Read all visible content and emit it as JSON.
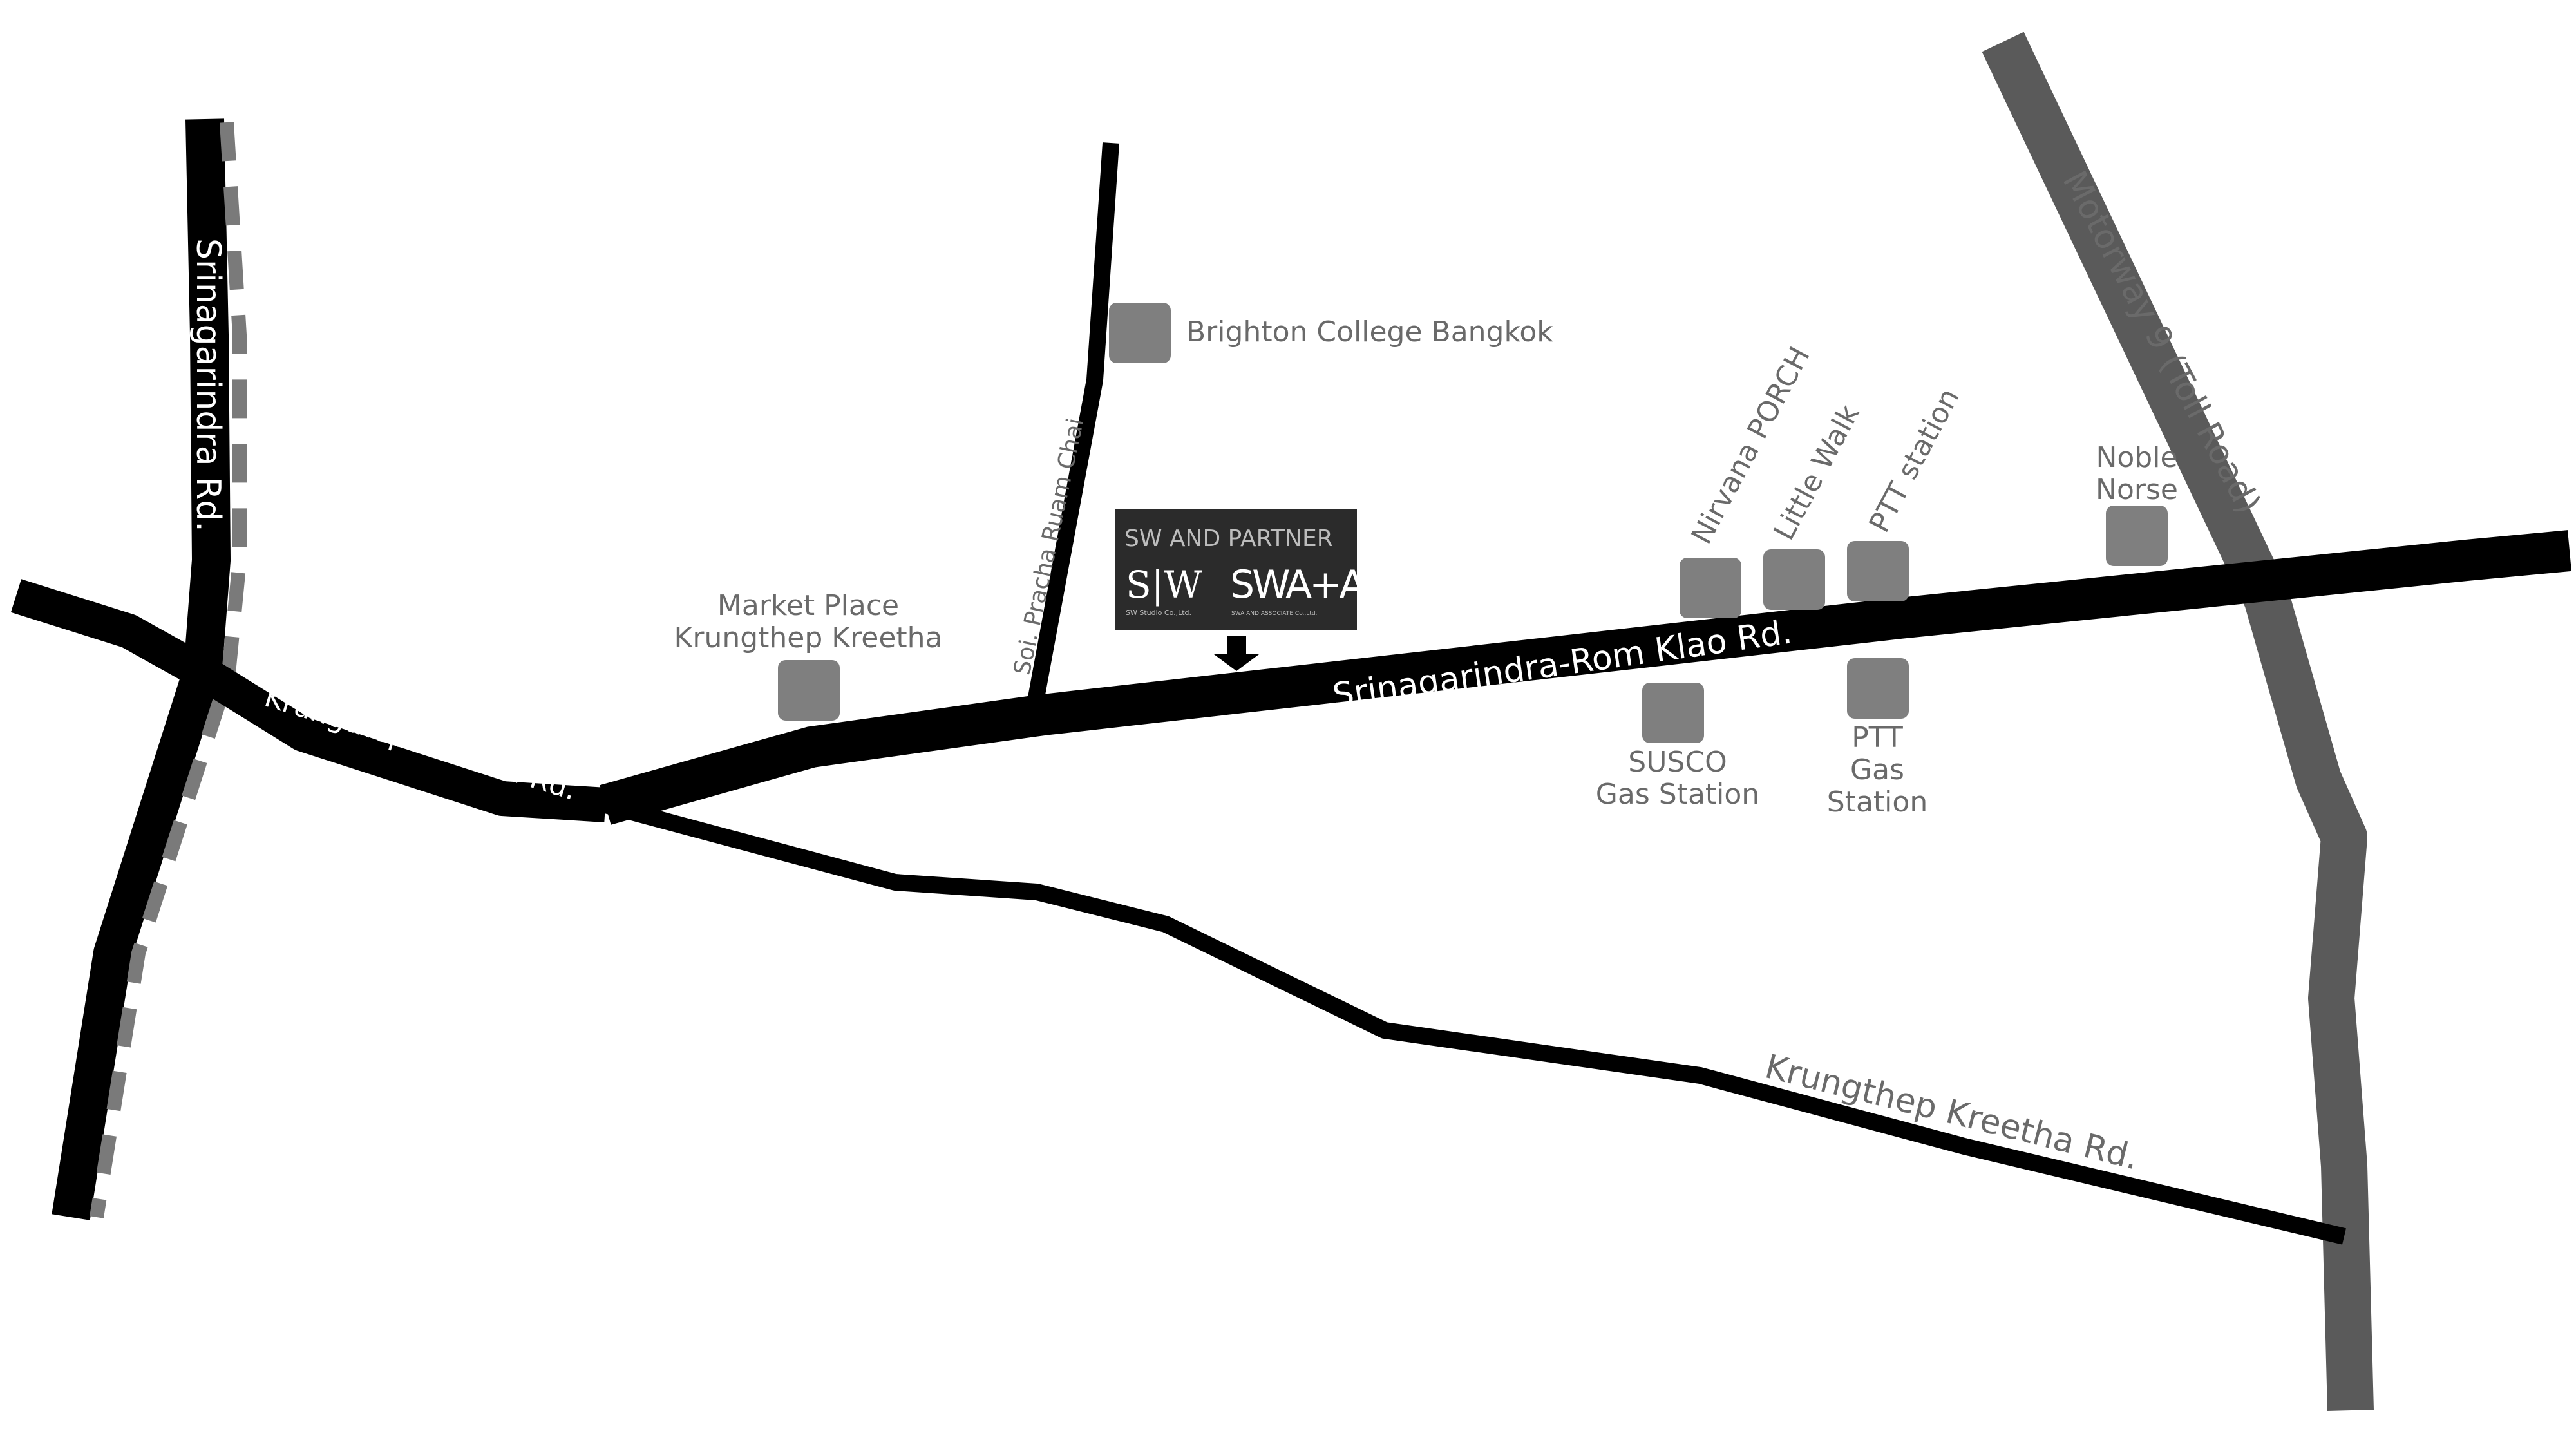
{
  "roads": {
    "srinagarindra": "Srinagarindra Rd.",
    "rom_klao": "Srinagarindra-Rom Klao Rd.",
    "krungthep_kreetha_west": "Krungthep Kreetha Rd.",
    "krungthep_kreetha_east": "Krungthep Kreetha Rd.",
    "soi_pracha": "Soi. Pracha Ruam Chai",
    "motorway": "Motorway 9 (Toll Road)"
  },
  "places": {
    "brighton": "Brighton College Bangkok",
    "market_line1": "Market Place",
    "market_line2": "Krungthep Kreetha",
    "nirvana": "Nirvana PORCH",
    "little_walk": "Little Walk",
    "ptt_station": "PTT station",
    "noble_line1": "Noble",
    "noble_line2": "Norse",
    "susco_line1": "SUSCO",
    "susco_line2": "Gas Station",
    "ptt_gas_line1": "PTT",
    "ptt_gas_line2": "Gas",
    "ptt_gas_line3": "Station"
  },
  "office": {
    "title": "SW AND PARTNER",
    "logo_left": "S|W",
    "logo_left_sub": "SW Studio Co.,Ltd.",
    "logo_right": "SWA+A",
    "logo_right_sub": "SWA AND ASSOCIATE Co.,Ltd."
  },
  "colors": {
    "road": "#000000",
    "motorway": "#5a5a5a",
    "poi_marker": "#7f7f7f",
    "label": "#6a6a6a",
    "office_panel": "#2b2b2b"
  }
}
